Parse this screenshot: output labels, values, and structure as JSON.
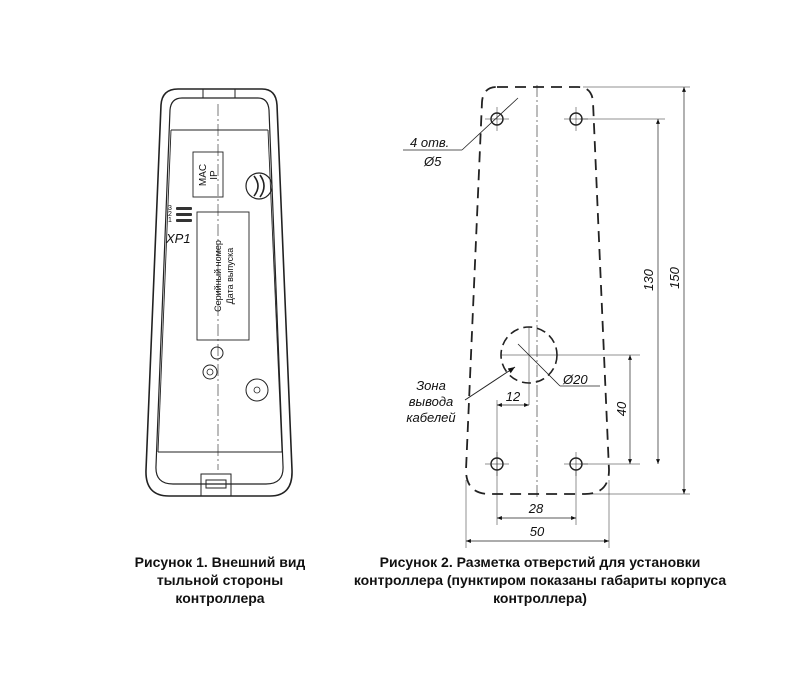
{
  "figure1": {
    "label_mac": "MAC",
    "label_ip": "IP",
    "pins": [
      "3",
      "2",
      "1"
    ],
    "connector": "XP1",
    "label_serial": "Серийный номер",
    "label_date": "Дата выпуска",
    "caption": [
      "Рисунок 1. Внешний вид",
      "тыльной стороны",
      "контроллера"
    ]
  },
  "figure2": {
    "holes_line1": "4 отв.",
    "holes_line2": "Ø5",
    "zone_line1": "Зона",
    "zone_line2": "вывода",
    "zone_line3": "кабелей",
    "dim_diameter": "Ø20",
    "dim_12": "12",
    "dim_40": "40",
    "dim_130": "130",
    "dim_150": "150",
    "dim_28": "28",
    "dim_50": "50",
    "caption": [
      "Рисунок 2. Разметка отверстий для установки",
      "контроллера (пунктиром показаны габариты корпуса",
      "контроллера)"
    ]
  }
}
